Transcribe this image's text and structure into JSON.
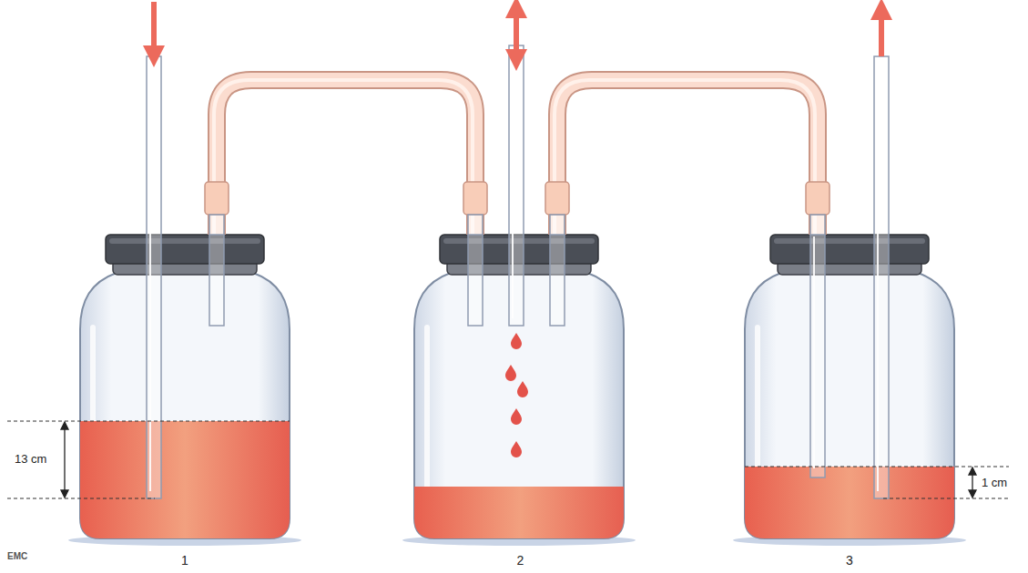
{
  "diagram": {
    "nodes": [
      {
        "text": [
          "1"
        ]
      },
      {
        "text": [
          "2"
        ]
      },
      {
        "text": [
          "3"
        ]
      }
    ],
    "edges": [
      {
        "from": 0,
        "to": 1,
        "arrow": "none"
      },
      {
        "from": 1,
        "to": 2,
        "arrow": "none"
      }
    ],
    "labels": [
      "13 cm",
      "1 cm",
      "EMC"
    ]
  }
}
